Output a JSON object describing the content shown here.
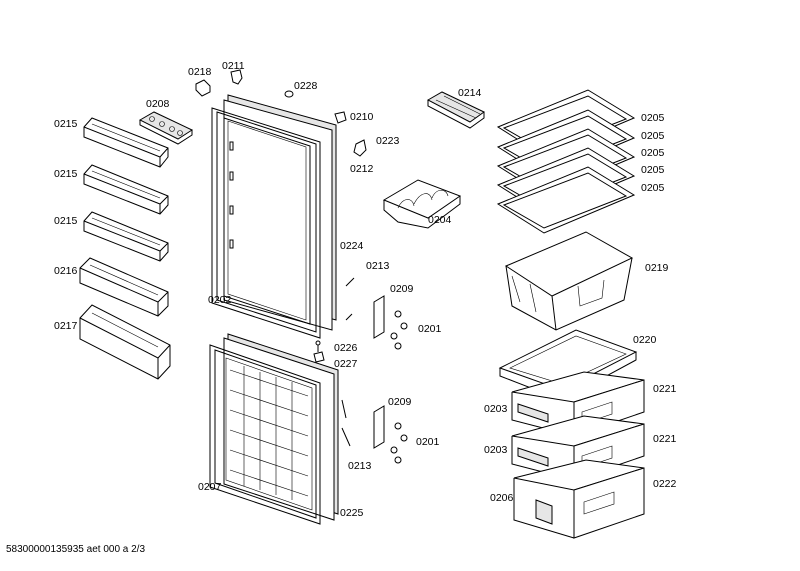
{
  "labels": {
    "l0218": "0218",
    "l0211": "0211",
    "l0228": "0228",
    "l0208": "0208",
    "l0215a": "0215",
    "l0215b": "0215",
    "l0215c": "0215",
    "l0216": "0216",
    "l0217": "0217",
    "l0210": "0210",
    "l0223": "0223",
    "l0212": "0212",
    "l0214": "0214",
    "l0204": "0204",
    "l0205a": "0205",
    "l0205b": "0205",
    "l0205c": "0205",
    "l0205d": "0205",
    "l0205e": "0205",
    "l0224": "0224",
    "l0213a": "0213",
    "l0209a": "0209",
    "l0201a": "0201",
    "l0202": "0202",
    "l0219": "0219",
    "l0220": "0220",
    "l0226": "0226",
    "l0227": "0227",
    "l0221a": "0221",
    "l0203a": "0203",
    "l0209b": "0209",
    "l0201b": "0201",
    "l0221b": "0221",
    "l0203b": "0203",
    "l0213b": "0213",
    "l0207": "0207",
    "l0222": "0222",
    "l0206": "0206",
    "l0225": "0225"
  },
  "footer": "58300000135935 aet 000 a 2/3"
}
